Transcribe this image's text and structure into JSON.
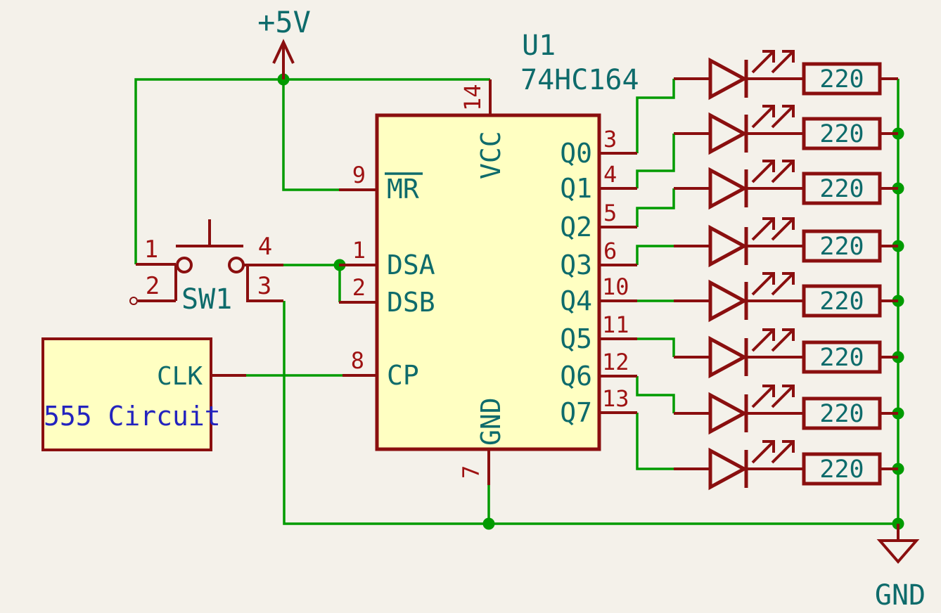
{
  "colors": {
    "background": "#F4F1EA",
    "wire_green": "#009B00",
    "component_red": "#8A0F0F",
    "pin_number_red": "#9E1212",
    "label_teal": "#0E6B6B",
    "value_blue": "#2323BE",
    "symbol_fill_yellow": "#FFFFC2"
  },
  "power": {
    "vcc": "+5V",
    "gnd": "GND"
  },
  "ic": {
    "reference": "U1",
    "value": "74HC164",
    "pins": {
      "top": {
        "number": "14",
        "name": "VCC"
      },
      "bottom": {
        "number": "7",
        "name": "GND"
      },
      "left": [
        {
          "number": "9",
          "name": "MR"
        },
        {
          "number": "1",
          "name": "DSA"
        },
        {
          "number": "2",
          "name": "DSB"
        },
        {
          "number": "8",
          "name": "CP"
        }
      ],
      "right": [
        {
          "number": "3",
          "name": "Q0"
        },
        {
          "number": "4",
          "name": "Q1"
        },
        {
          "number": "5",
          "name": "Q2"
        },
        {
          "number": "6",
          "name": "Q3"
        },
        {
          "number": "10",
          "name": "Q4"
        },
        {
          "number": "11",
          "name": "Q5"
        },
        {
          "number": "12",
          "name": "Q6"
        },
        {
          "number": "13",
          "name": "Q7"
        }
      ]
    }
  },
  "push_button": {
    "reference": "SW1",
    "pins": {
      "pin1": "1",
      "pin2": "2",
      "pin3": "3",
      "pin4": "4"
    }
  },
  "clock_source": {
    "value": "555 Circuit",
    "output_pin_label": "CLK"
  },
  "resistors": {
    "value": "220",
    "count": 8
  },
  "leds": {
    "count": 8
  }
}
